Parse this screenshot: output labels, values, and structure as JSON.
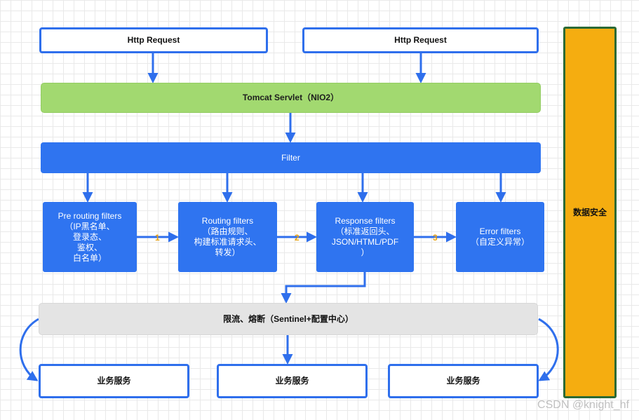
{
  "requests": [
    "Http Request",
    "Http Request"
  ],
  "tomcat": "Tomcat Servlet（NIO2）",
  "filter": "Filter",
  "filters": [
    {
      "label": "Pre routing filters\n（IP黑名单、\n登录态、\n鉴权、\n白名单）"
    },
    {
      "label": "Routing filters\n（路由规则、\n构建标准请求头、\n转发）"
    },
    {
      "label": "Response filters\n（标准返回头、\nJSON/HTML/PDF\n）"
    },
    {
      "label": "Error filters\n（自定义异常）"
    }
  ],
  "steps": [
    "1",
    "2",
    "3"
  ],
  "limit": "限流、熔断（Sentinel+配置中心）",
  "services": [
    "业务服务",
    "业务服务",
    "业务服务"
  ],
  "security": "数据安全",
  "watermark": "CSDN @knight_hf",
  "colors": {
    "arrow": "#2f6fec",
    "step": "#e8a112"
  }
}
